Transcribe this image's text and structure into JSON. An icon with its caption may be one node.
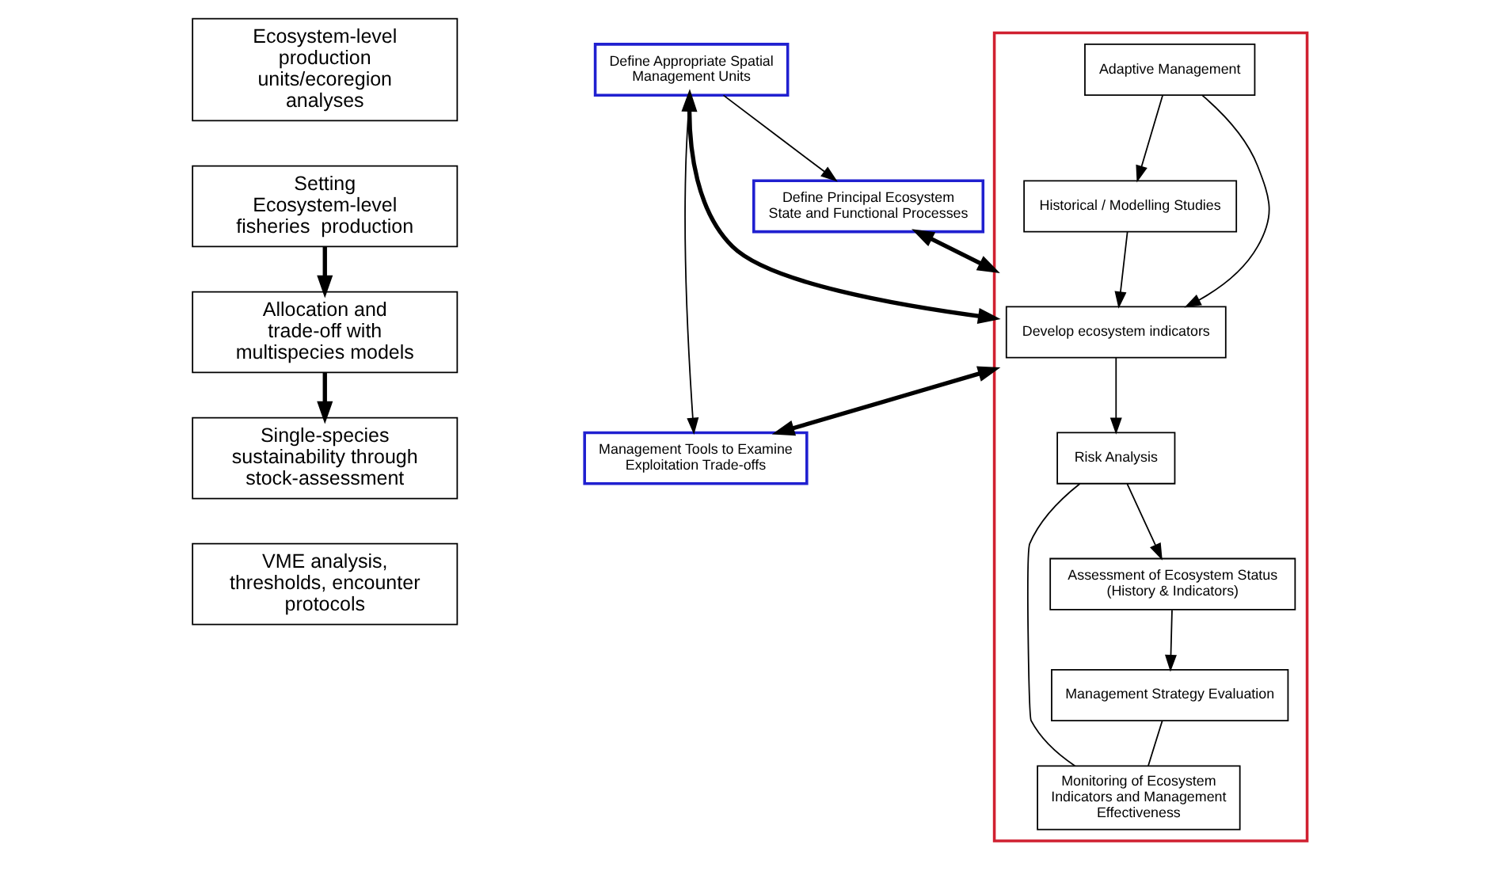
{
  "diagram": {
    "nodes": [
      {
        "text": [
          "Ecosystem-level production units/ecoregion analyses"
        ]
      },
      {
        "text": [
          "Setting Ecosystem-level fisheries  production"
        ]
      },
      {
        "text": [
          "Allocation and trade-off with multispecies models"
        ]
      },
      {
        "text": [
          "Single-species  sustainability through stock-assessment"
        ]
      },
      {
        "text": [
          "VME analysis, thresholds, encounter protocols"
        ]
      },
      {
        "text": [
          "Define Appropriate Spatial Management Units"
        ]
      },
      {
        "text": [
          "Define Principal Ecosystem State and Functional Processes"
        ]
      },
      {
        "text": [],
        "shape": "box"
      },
      {
        "text": [
          "Adaptive Management"
        ],
        "in": 7
      },
      {
        "text": [
          "Monitoring of Ecosystem Indicators and Management Effectiveness"
        ],
        "in": 7
      },
      {
        "text": [
          "Historical / Modelling Studies"
        ],
        "in": 7
      },
      {
        "text": [
          "Develop ecosystem indicators"
        ],
        "in": 7
      },
      {
        "text": [
          "Risk Analysis"
        ],
        "in": 7
      },
      {
        "text": [
          "Assessment of Ecosystem Status (History & Indicators)"
        ],
        "in": 7
      },
      {
        "text": [
          "Management Strategy Evaluation"
        ],
        "in": 7
      },
      {
        "text": [
          "Management Tools to Examine Exploitation Trade-offs"
        ]
      }
    ],
    "edges": [
      {
        "from": 1,
        "to": 2,
        "arrow": "to",
        "style": "thick"
      },
      {
        "from": 2,
        "to": 3,
        "arrow": "to",
        "style": "thick"
      },
      {
        "from": 5,
        "to": 6,
        "arrow": "to"
      },
      {
        "from": 5,
        "to": 15,
        "arrow": "to"
      },
      {
        "from": 5,
        "to": 7,
        "arrow": "both",
        "style": "thick"
      },
      {
        "from": 6,
        "to": 7,
        "arrow": "both",
        "style": "thick"
      },
      {
        "from": 7,
        "to": 15,
        "arrow": "both",
        "style": "thick"
      },
      {
        "from": 8,
        "to": 10,
        "arrow": "to"
      },
      {
        "from": 8,
        "to": 11,
        "arrow": "to"
      },
      {
        "from": 10,
        "to": 11,
        "arrow": "to"
      },
      {
        "from": 11,
        "to": 12,
        "arrow": "to"
      },
      {
        "from": 12,
        "to": 13,
        "arrow": "to"
      },
      {
        "from": 13,
        "to": 14,
        "arrow": "to"
      },
      {
        "from": 9,
        "to": 12,
        "arrow": "none"
      },
      {
        "from": 14,
        "to": 9,
        "arrow": "none"
      }
    ]
  }
}
